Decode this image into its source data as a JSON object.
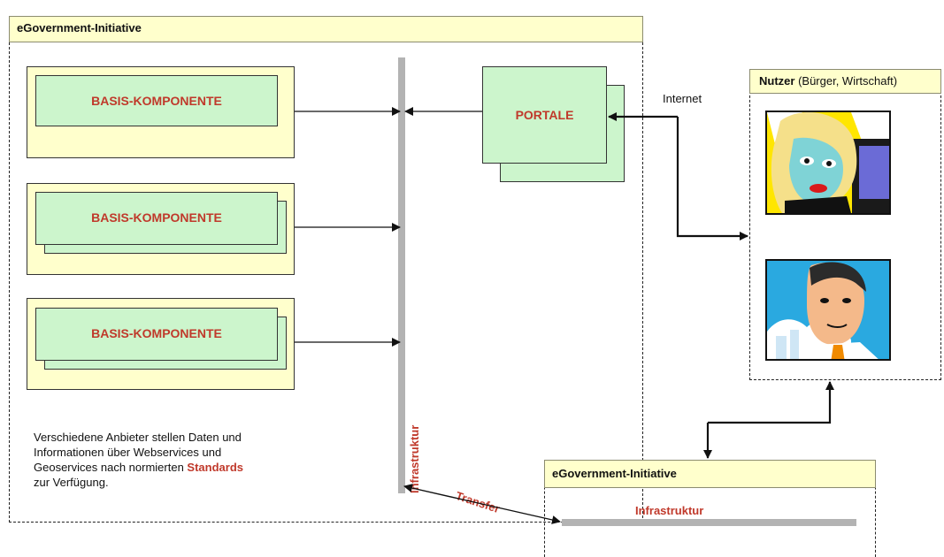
{
  "initiative_main": {
    "title": "eGovernment-Initiative"
  },
  "components": [
    {
      "label": "BASIS-KOMPONENTE"
    },
    {
      "label": "BASIS-KOMPONENTE"
    },
    {
      "label": "BASIS-KOMPONENTE"
    }
  ],
  "portal": {
    "label": "PORTALE"
  },
  "infrastructure_label": "Infrastruktur",
  "internet_label": "Internet",
  "users": {
    "title_bold": "Nutzer",
    "title_rest": " (Bürger, Wirtschaft)"
  },
  "note": {
    "line1": "Verschiedene Anbieter stellen Daten und",
    "line2": "Informationen über Webservices und",
    "line3_pre": "Geoservices nach normierten ",
    "line3_highlight": "Standards",
    "line4": "zur Verfügung."
  },
  "transfer_label": "Transfer",
  "initiative_secondary": {
    "title": "eGovernment-Initiative",
    "infra_label": "Infrastruktur"
  },
  "colors": {
    "title_bg": "#ffffcc",
    "component_green": "#ccf5cc",
    "accent_red": "#c0392b",
    "infra_bar": "#b3b3b3"
  },
  "icons": [
    "woman-at-computer-icon",
    "businessman-icon"
  ]
}
